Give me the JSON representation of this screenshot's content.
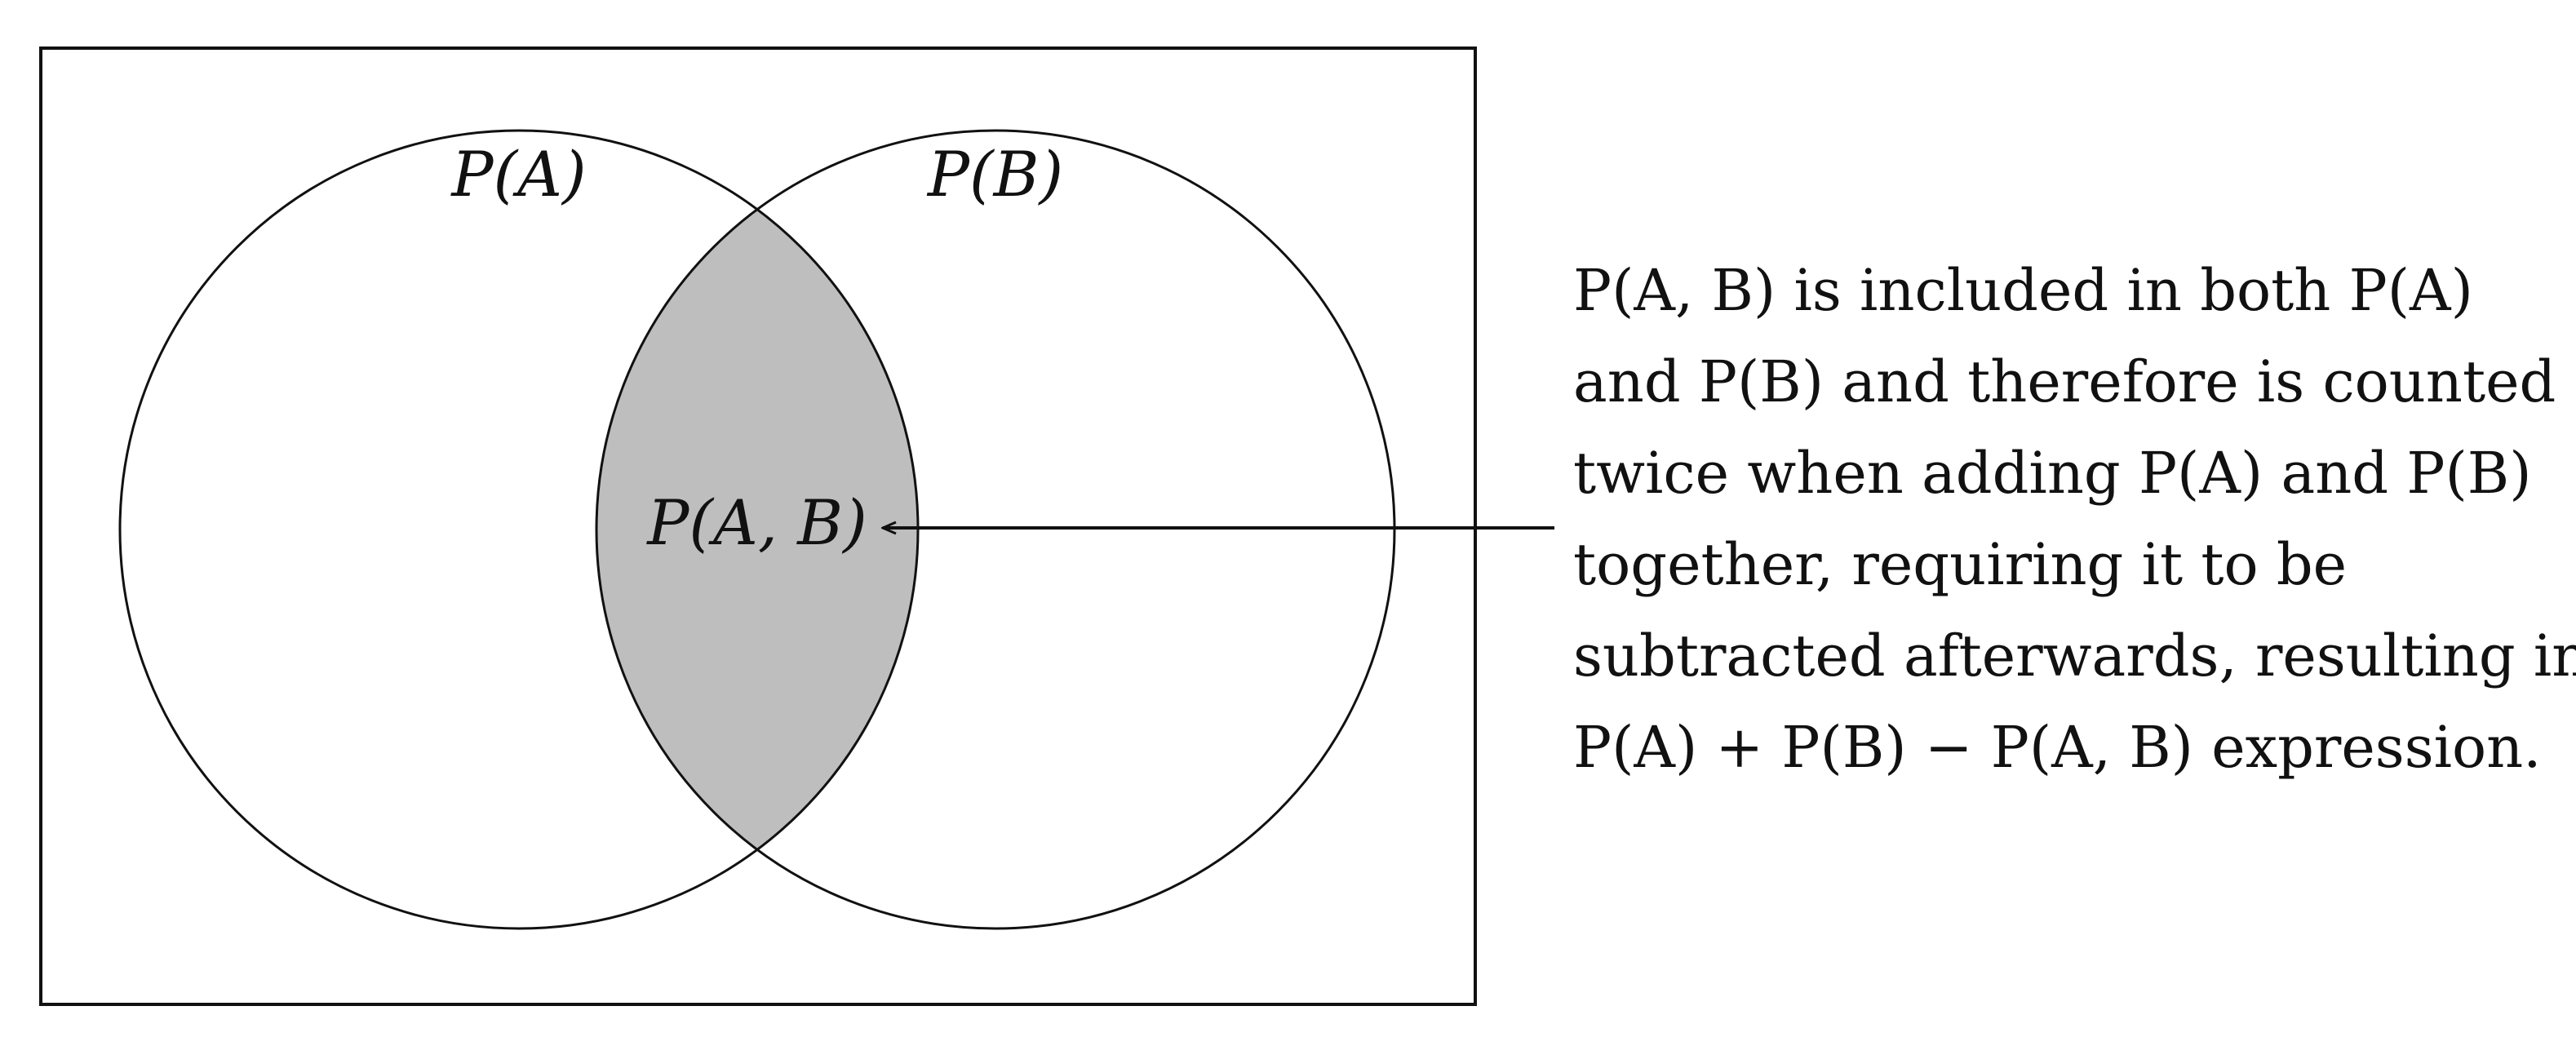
{
  "diagram": {
    "set_a_label": "P(A)",
    "set_b_label": "P(B)",
    "intersection_label": "P(A, B)",
    "intersection_fill": "#bebebe",
    "stroke_color": "#111111",
    "background": "#ffffff"
  },
  "explanation": {
    "lines": [
      "P(A, B) is included in both P(A)",
      "and P(B) and therefore is counted",
      "twice when adding P(A) and P(B)",
      "together, requiring it to be",
      "subtracted afterwards, resulting in",
      "P(A) + P(B) − P(A, B) expression."
    ]
  }
}
